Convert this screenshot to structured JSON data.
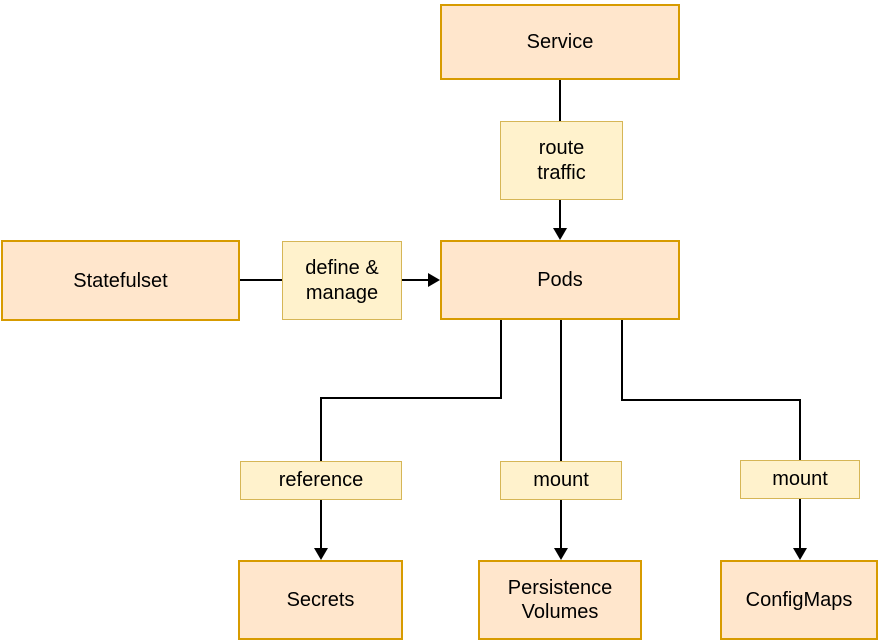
{
  "nodes": {
    "service": {
      "label": "Service"
    },
    "statefulset": {
      "label": "Statefulset"
    },
    "pods": {
      "label": "Pods"
    },
    "secrets": {
      "label": "Secrets"
    },
    "persistence_volumes": {
      "label": "Persistence Volumes"
    },
    "configmaps": {
      "label": "ConfigMaps"
    }
  },
  "edge_labels": {
    "route_traffic": {
      "label": "route traffic"
    },
    "define_manage": {
      "label": "define & manage"
    },
    "reference": {
      "label": "reference"
    },
    "mount_persistence": {
      "label": "mount"
    },
    "mount_configmaps": {
      "label": "mount"
    }
  },
  "edges": [
    {
      "from": "Service",
      "to": "Pods",
      "label": "route traffic"
    },
    {
      "from": "Statefulset",
      "to": "Pods",
      "label": "define & manage"
    },
    {
      "from": "Pods",
      "to": "Secrets",
      "label": "reference"
    },
    {
      "from": "Pods",
      "to": "Persistence Volumes",
      "label": "mount"
    },
    {
      "from": "Pods",
      "to": "ConfigMaps",
      "label": "mount"
    }
  ],
  "colors": {
    "node_fill": "#FFE6CC",
    "node_border": "#D79B00",
    "label_fill": "#FFF2CC",
    "label_border": "#D6B656",
    "edge": "#000000",
    "background": "#FFFFFF"
  }
}
